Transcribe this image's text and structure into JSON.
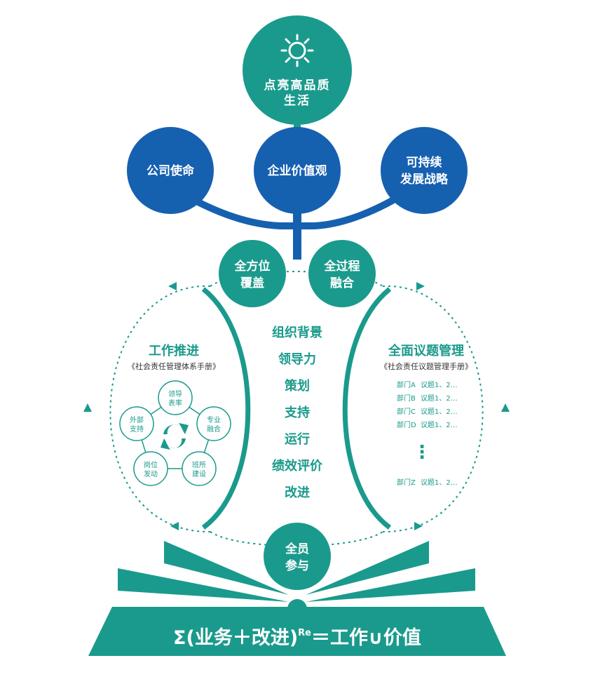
{
  "colors": {
    "teal": "#1a9a8c",
    "blue": "#1660b0",
    "white": "#ffffff"
  },
  "top": {
    "icon": "sun-icon",
    "line1": "点亮高品质",
    "line2": "生活"
  },
  "blue_circles": {
    "left": "公司使命",
    "center": "企业价值观",
    "right_line1": "可持续",
    "right_line2": "发展战略"
  },
  "mid_circles": {
    "left_line1": "全方位",
    "left_line2": "覆盖",
    "right_line1": "全过程",
    "right_line2": "融合"
  },
  "center_list": [
    "组织背景",
    "领导力",
    "策划",
    "支持",
    "运行",
    "绩效评价",
    "改进"
  ],
  "left_panel": {
    "title": "工作推进",
    "subtitle": "《社会责任管理体系手册》",
    "center_icon": "refresh-cycle-icon",
    "nodes": [
      {
        "line1": "领导",
        "line2": "表率"
      },
      {
        "line1": "专业",
        "line2": "融合"
      },
      {
        "line1": "班所",
        "line2": "建设"
      },
      {
        "line1": "岗位",
        "line2": "发动"
      },
      {
        "line1": "外部",
        "line2": "支持"
      }
    ]
  },
  "right_panel": {
    "title": "全面议题管理",
    "subtitle": "《社会责任议题管理手册》",
    "rows": [
      {
        "dept": "部门A",
        "topic": "议题1、2…"
      },
      {
        "dept": "部门B",
        "topic": "议题1、2…"
      },
      {
        "dept": "部门C",
        "topic": "议题1、2…"
      },
      {
        "dept": "部门D",
        "topic": "议题1、2…"
      }
    ],
    "ellipsis": "⋮",
    "last_row": {
      "dept": "部门Z",
      "topic": "议题1、2…"
    }
  },
  "bottom_circle": {
    "line1": "全员",
    "line2": "参与"
  },
  "formula": {
    "main": "Σ(业务＋改进)",
    "superscript": "Re",
    "rest": "＝工作∪价值"
  }
}
